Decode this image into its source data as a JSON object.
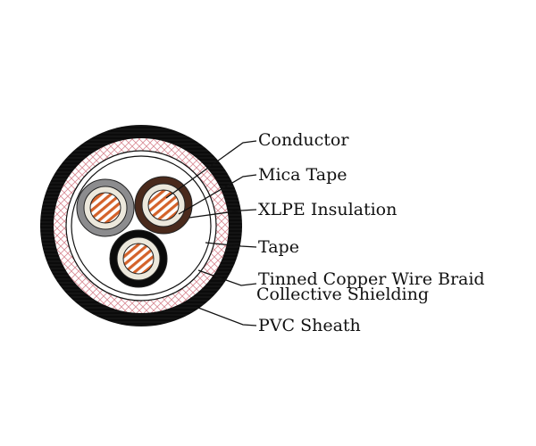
{
  "labels": {
    "conductor": "Conductor",
    "mica_tape": "Mica Tape",
    "xlpe_insulation": "XLPE Insulation",
    "tape": "Tape",
    "braid_line1": "Tinned Copper Wire Braid",
    "braid_line2": "Collective Shielding",
    "pvc_sheath": "PVC Sheath"
  },
  "colors": {
    "sheath": "#0b0b0b",
    "braid": "#e8a0a8",
    "core_gray": "#8c8c8e",
    "core_brown": "#4a2a1c",
    "core_black": "#0b0b0b",
    "insulation": "#ece8dc",
    "conductor": "#d4622a"
  }
}
